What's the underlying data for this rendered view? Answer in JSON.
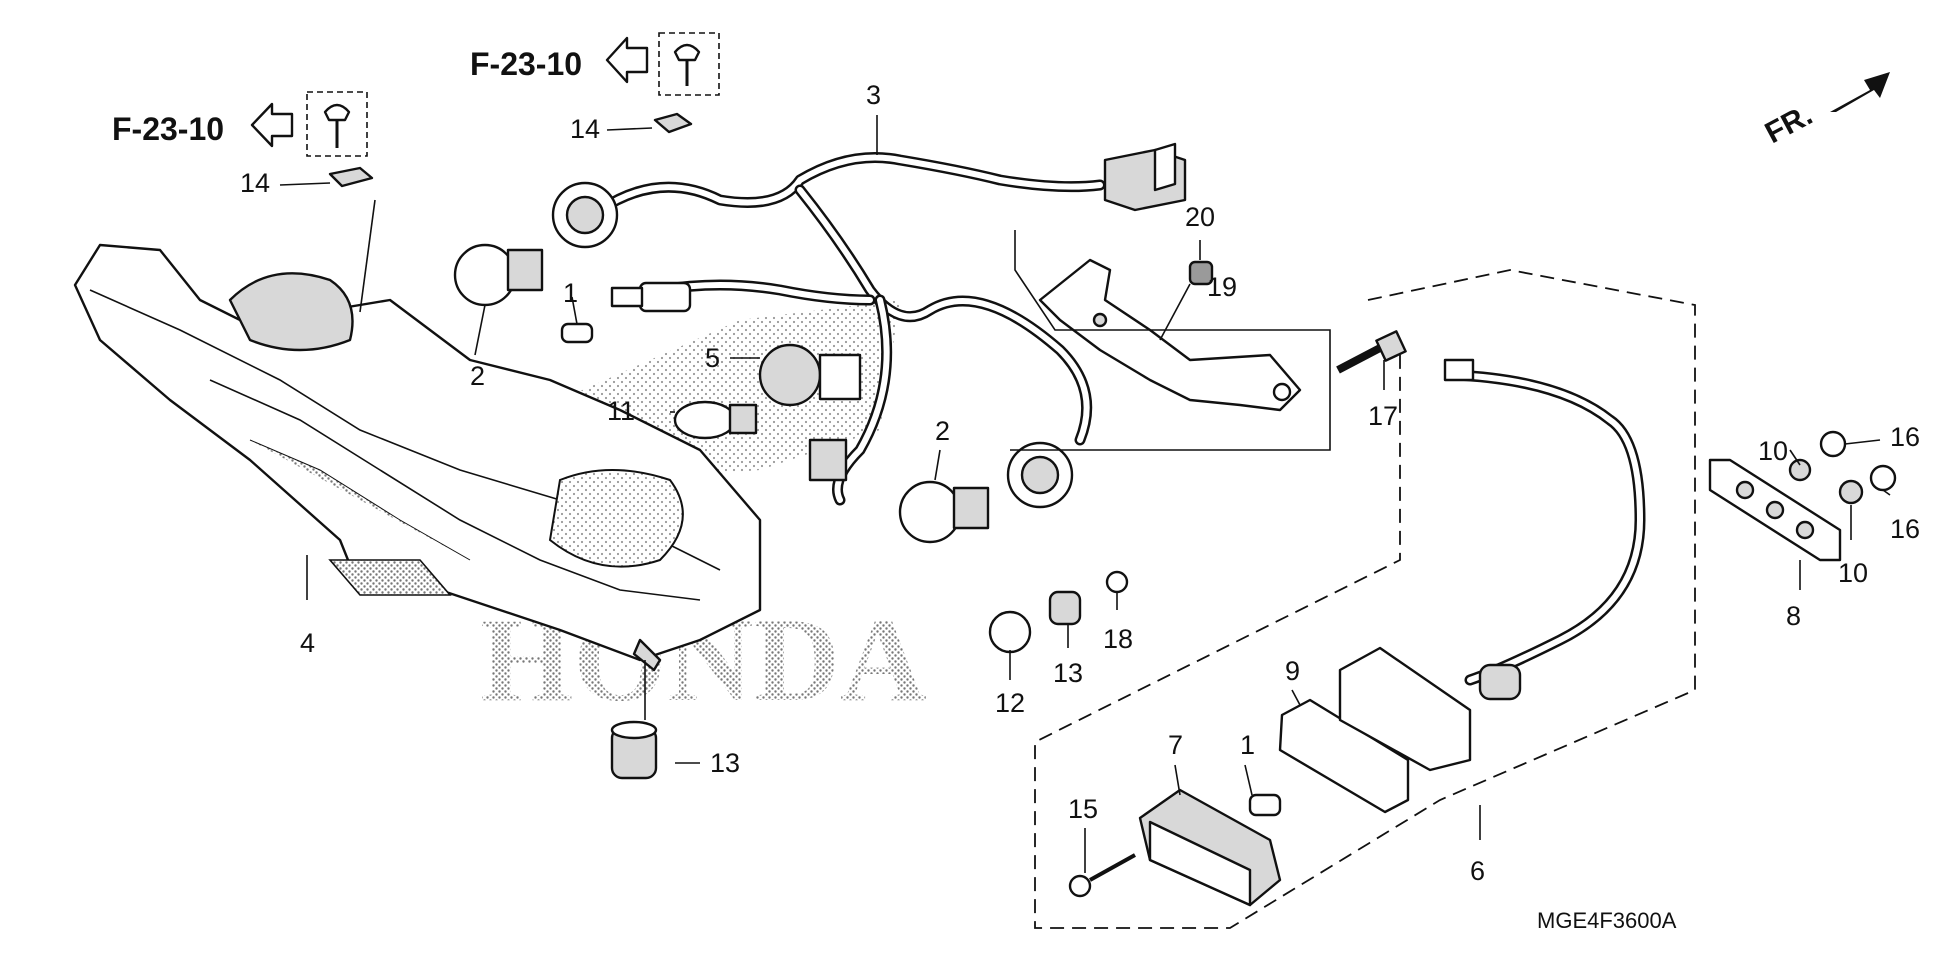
{
  "watermark": "HONDA",
  "diagram_code": "MGE4F3600A",
  "front_indicator": "FR.",
  "cross_references": [
    "F-23-10",
    "F-23-10"
  ],
  "callouts": {
    "c1a": "1",
    "c1b": "1",
    "c2a": "2",
    "c2b": "2",
    "c3": "3",
    "c4": "4",
    "c5": "5",
    "c6": "6",
    "c7": "7",
    "c8": "8",
    "c9": "9",
    "c10a": "10",
    "c10b": "10",
    "c11": "11",
    "c12": "12",
    "c13a": "13",
    "c13b": "13",
    "c14a": "14",
    "c14b": "14",
    "c15": "15",
    "c16a": "16",
    "c16b": "16",
    "c17": "17",
    "c18": "18",
    "c19": "19",
    "c20": "20"
  }
}
